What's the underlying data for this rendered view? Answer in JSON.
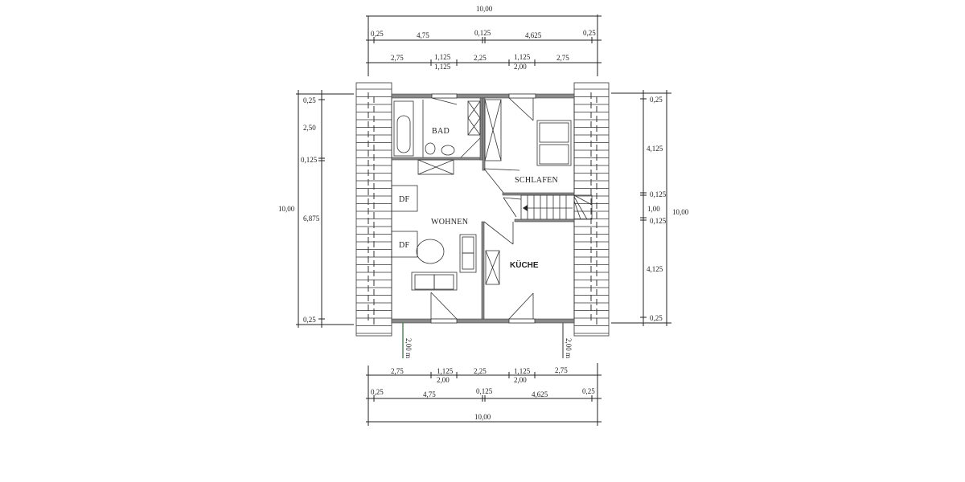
{
  "plan": {
    "rooms": {
      "bad": "BAD",
      "schlafen": "SCHLAFEN",
      "wohnen": "WOHNEN",
      "kueche": "KÜCHE",
      "df1": "DF",
      "df2": "DF"
    },
    "top_dims": {
      "total": "10,00",
      "row1": [
        "0,25",
        "4,75",
        "0,125",
        "4,625",
        "0,25"
      ],
      "row2": [
        "2,75",
        "1,125",
        "1,125",
        "2,25",
        "1,125",
        "2,00",
        "2,75"
      ]
    },
    "bottom_dims": {
      "total": "10,00",
      "row1": [
        "0,25",
        "4,75",
        "0,125",
        "4,625",
        "0,25"
      ],
      "row2": [
        "2,75",
        "1,125",
        "2,00",
        "2,25",
        "1,125",
        "2,00",
        "2,75"
      ]
    },
    "left_dims": {
      "total": "10,00",
      "segments": [
        "0,25",
        "2,50",
        "0,125",
        "6,875",
        "0,25"
      ]
    },
    "right_dims": {
      "total": "10,00",
      "segments": [
        "0,25",
        "4,125",
        "0,125",
        "1,00",
        "0,125",
        "4,125",
        "0,25"
      ]
    },
    "height_marks": [
      "2,00 m",
      "2,00 m"
    ]
  }
}
